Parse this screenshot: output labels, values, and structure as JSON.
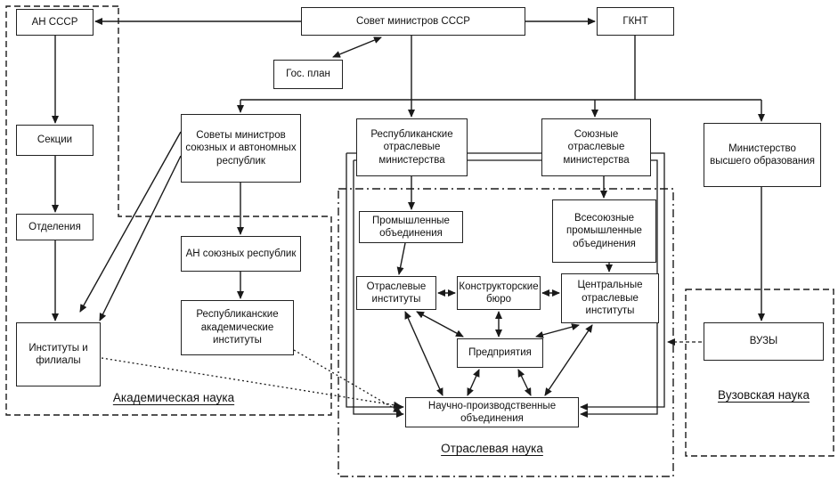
{
  "diagram": {
    "nodes": {
      "an_sssr": "АН СССР",
      "sovmin_sssr": "Совет министров СССР",
      "gknt": "ГКНТ",
      "gosplan": "Гос. план",
      "sekcii": "Секции",
      "sovmin_resp": "Советы министров союзных и автономных республик",
      "resp_min": "Республиканские отраслевые министерства",
      "soyuz_min": "Союзные отраслевые министерства",
      "min_vys": "Министерство высшего образования",
      "otdeleniya": "Отделения",
      "an_resp": "АН союзных республик",
      "prom_ob": "Промышленные объединения",
      "vses_prom_ob": "Всесоюзные промышленные объединения",
      "otr_inst": "Отраслевые институты",
      "kb": "Конструкторские бюро",
      "centr_otr_inst": "Центральные отраслевые институты",
      "resp_akad_inst": "Республиканские академические институты",
      "inst_fil": "Институты и филиалы",
      "predpr": "Предприятия",
      "vuzy": "ВУЗЫ",
      "npo": "Научно-производственные объединения"
    },
    "regions": {
      "academic": "Академическая наука",
      "industry": "Отраслевая наука",
      "vuz": "Вузовская наука"
    },
    "colors": {
      "line": "#1a1a1a",
      "box_border": "#222222",
      "background": "#ffffff"
    }
  }
}
